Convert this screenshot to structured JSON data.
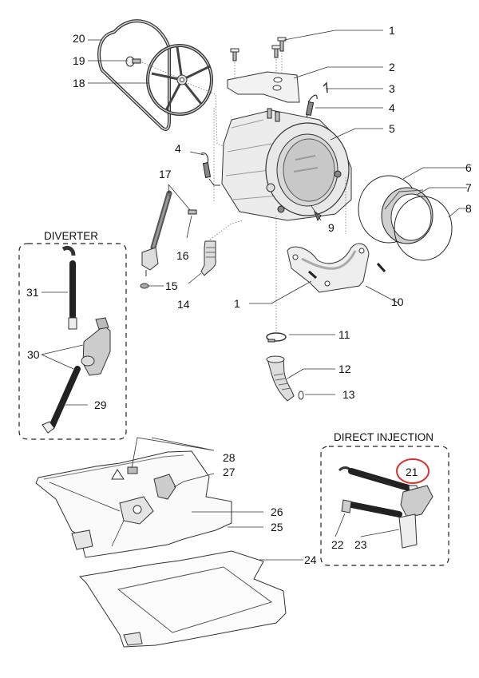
{
  "diagram": {
    "type": "exploded-parts-diagram",
    "groups": [
      {
        "id": "diverter",
        "title": "DIVERTER",
        "parts": [
          "29",
          "30",
          "31"
        ]
      },
      {
        "id": "direct-injection",
        "title": "DIRECT INJECTION",
        "parts": [
          "21",
          "22",
          "23"
        ]
      }
    ],
    "highlight": {
      "part": "21",
      "color": "#d9302c"
    },
    "callouts": {
      "c1a": "1",
      "c1b": "1",
      "c2": "2",
      "c3": "3",
      "c4a": "4",
      "c4b": "4",
      "c5": "5",
      "c6": "6",
      "c7": "7",
      "c8": "8",
      "c9": "9",
      "c10": "10",
      "c11": "11",
      "c12": "12",
      "c13": "13",
      "c14": "14",
      "c15": "15",
      "c16": "16",
      "c17": "17",
      "c18": "18",
      "c19": "19",
      "c20": "20",
      "c21": "21",
      "c22": "22",
      "c23": "23",
      "c24": "24",
      "c25": "25",
      "c26": "26",
      "c27": "27",
      "c28": "28",
      "c29": "29",
      "c30": "30",
      "c31": "31"
    }
  }
}
